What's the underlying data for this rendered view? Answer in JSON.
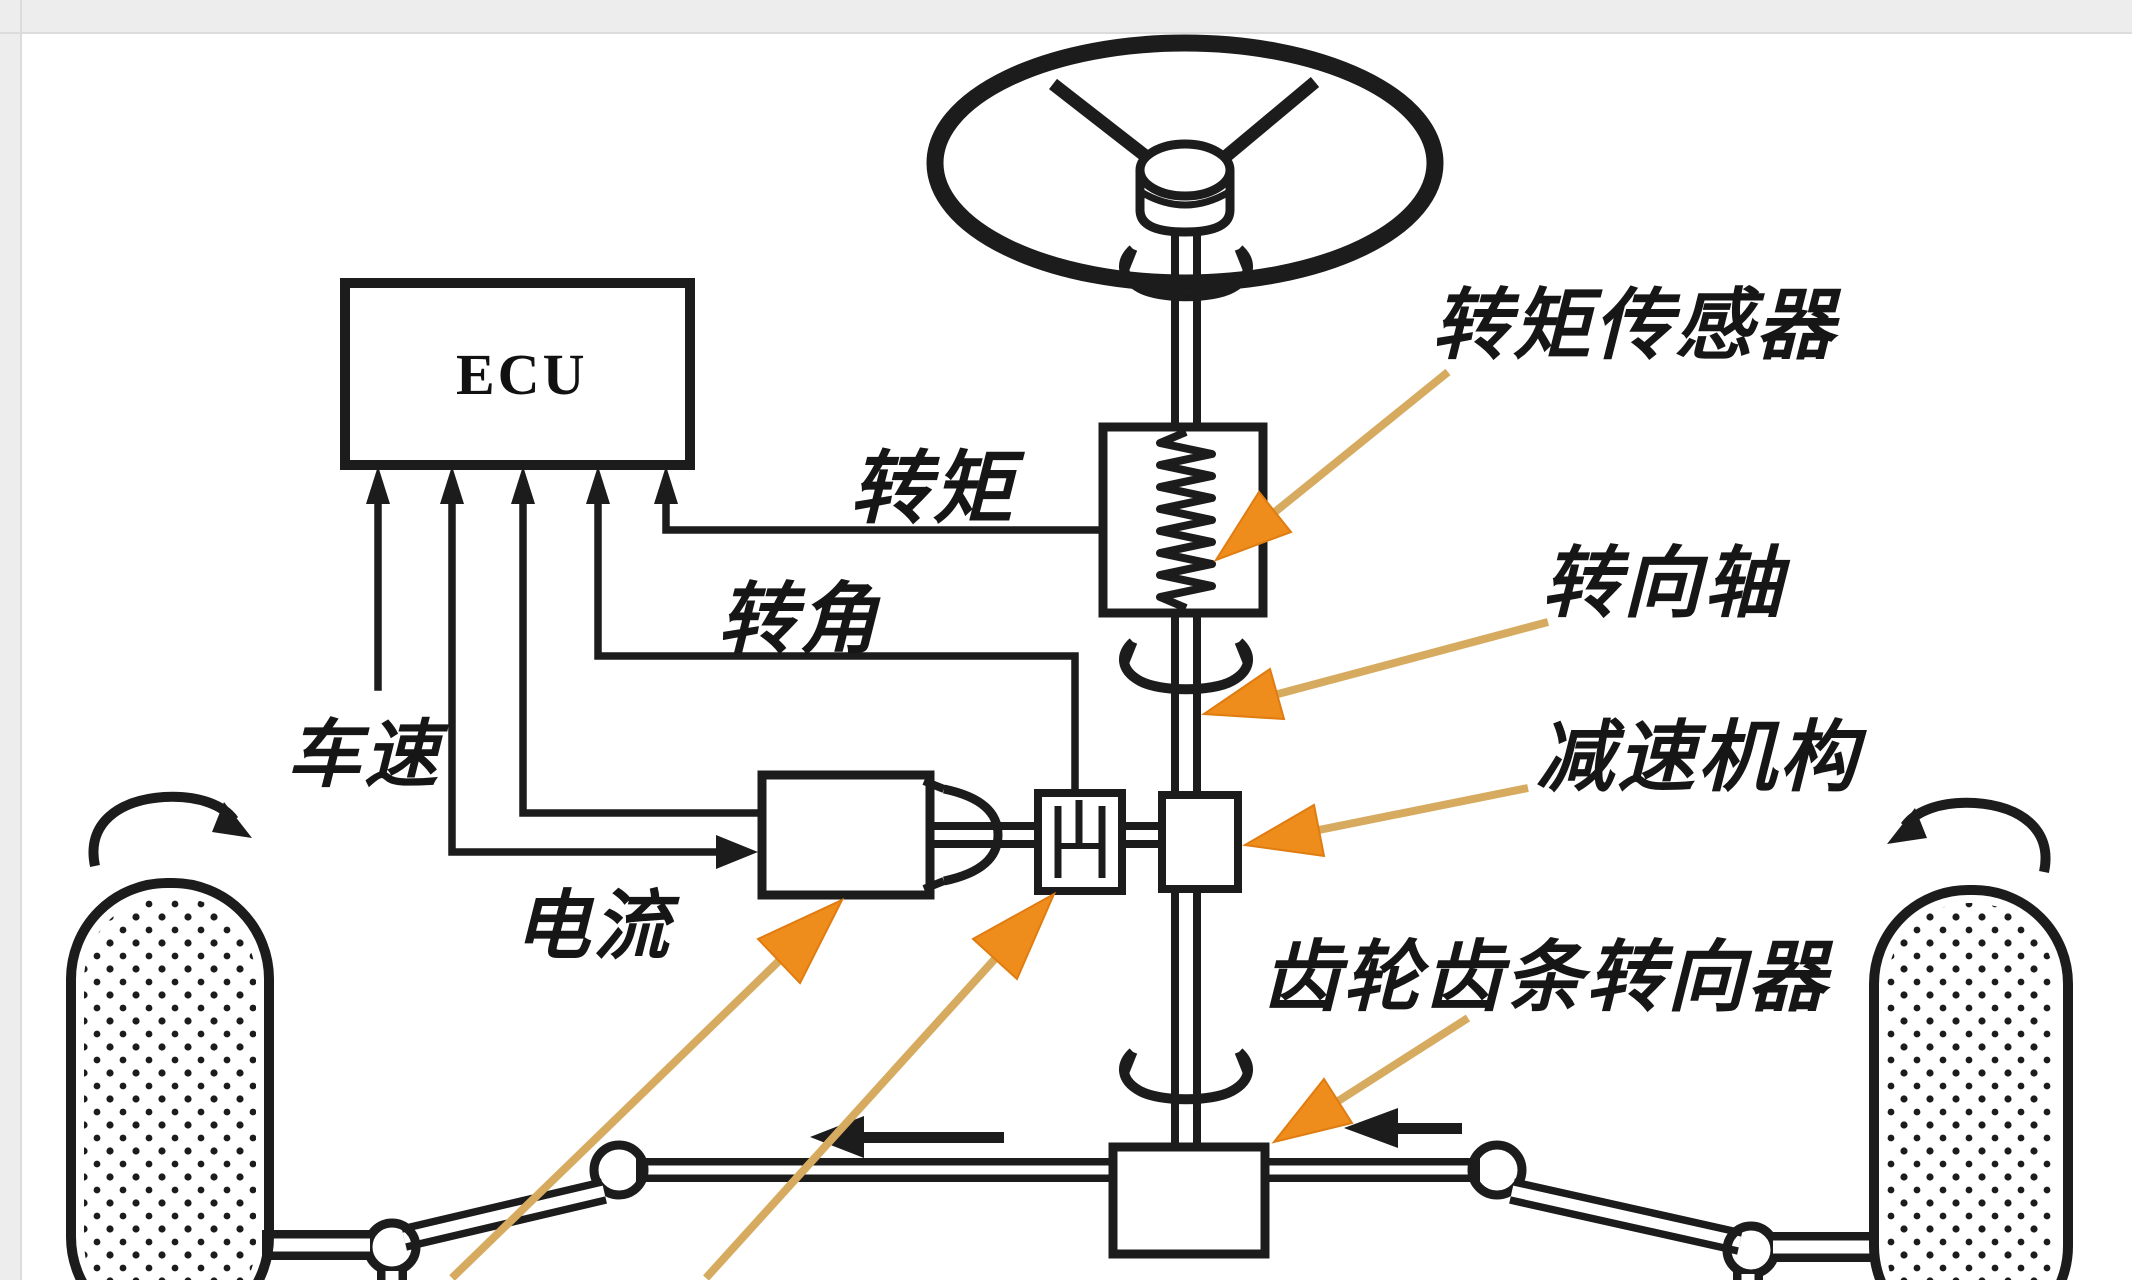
{
  "diagram": {
    "title_semantic": "electric-power-steering-schematic",
    "ecu": {
      "label": "ECU"
    },
    "signal_labels": {
      "vehicle_speed": "车速",
      "torque": "转矩",
      "steering_angle": "转角",
      "current": "电流"
    },
    "callout_labels": {
      "torque_sensor": "转矩传感器",
      "steering_shaft": "转向轴",
      "reduction_mechanism": "减速机构",
      "rack_pinion_gear": "齿轮齿条转向器"
    },
    "colors": {
      "line_ink": "#1c1c1c",
      "callout_line": "#d6ab60",
      "callout_arrowhead": "#ee8c1c",
      "page_edge": "#ededed",
      "background": "#ffffff"
    }
  }
}
